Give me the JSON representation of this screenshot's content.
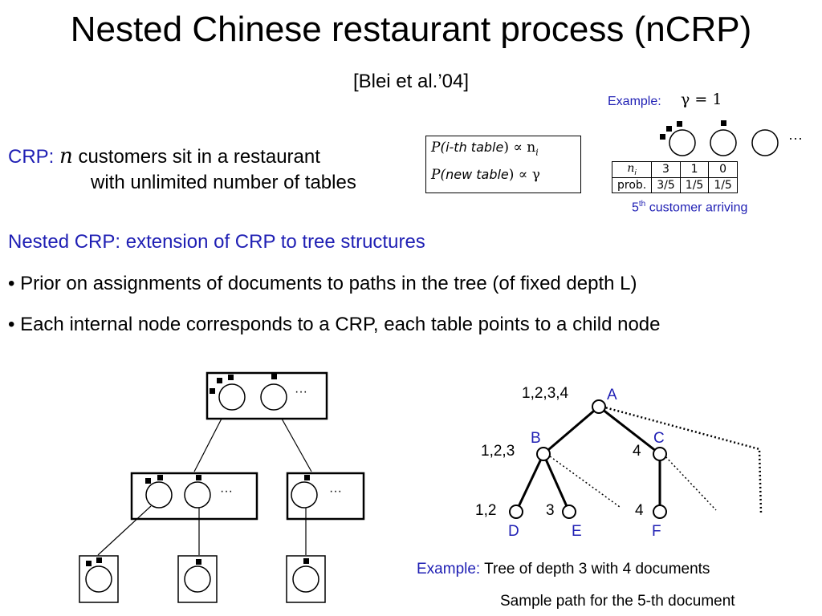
{
  "title": "Nested Chinese restaurant process (nCRP)",
  "citation": "[Blei et al.’04]",
  "crp": {
    "label": "CRP:",
    "var": "n",
    "line1": "customers sit in a restaurant",
    "line2": "with unlimited number of tables"
  },
  "formula": {
    "line1_prefix": "P(",
    "line1_term": "i-th table",
    "line1_suffix": ") ∝ n",
    "line1_sub": "i",
    "line2_prefix": "P(",
    "line2_term": "new table",
    "line2_suffix": ") ∝ γ"
  },
  "crp_example": {
    "label": "Example:",
    "gamma": "γ = 1",
    "ellipsis": "···",
    "table_header": [
      "n",
      "3",
      "1",
      "0"
    ],
    "table_header_sub": "i",
    "table_row": [
      "prob.",
      "3/5",
      "1/5",
      "1/5"
    ],
    "caption_num": "5",
    "caption_sup": "th",
    "caption_text": " customer arriving"
  },
  "nested_heading": "Nested CRP: extension of CRP to tree structures",
  "bullets": [
    "• Prior on assignments of documents to paths in the tree (of fixed depth L)",
    "• Each internal node corresponds to a CRP, each table points to a child node"
  ],
  "restaurant_tree": {
    "ellipsis": "···"
  },
  "path_tree": {
    "nodes": {
      "A": {
        "name": "A",
        "docs": "1,2,3,4"
      },
      "B": {
        "name": "B",
        "docs": "1,2,3"
      },
      "C": {
        "name": "C",
        "docs": "4"
      },
      "D": {
        "name": "D",
        "docs": "1,2"
      },
      "E": {
        "name": "E",
        "docs": "3"
      },
      "F": {
        "name": "F",
        "docs": "4"
      }
    }
  },
  "example_caption": {
    "label": "Example:",
    "text": "Tree of depth 3 with 4 documents"
  },
  "sample_path_caption": "Sample path for the 5-th document",
  "colors": {
    "accent_blue": "#1f1fb4",
    "ink": "#000000"
  }
}
